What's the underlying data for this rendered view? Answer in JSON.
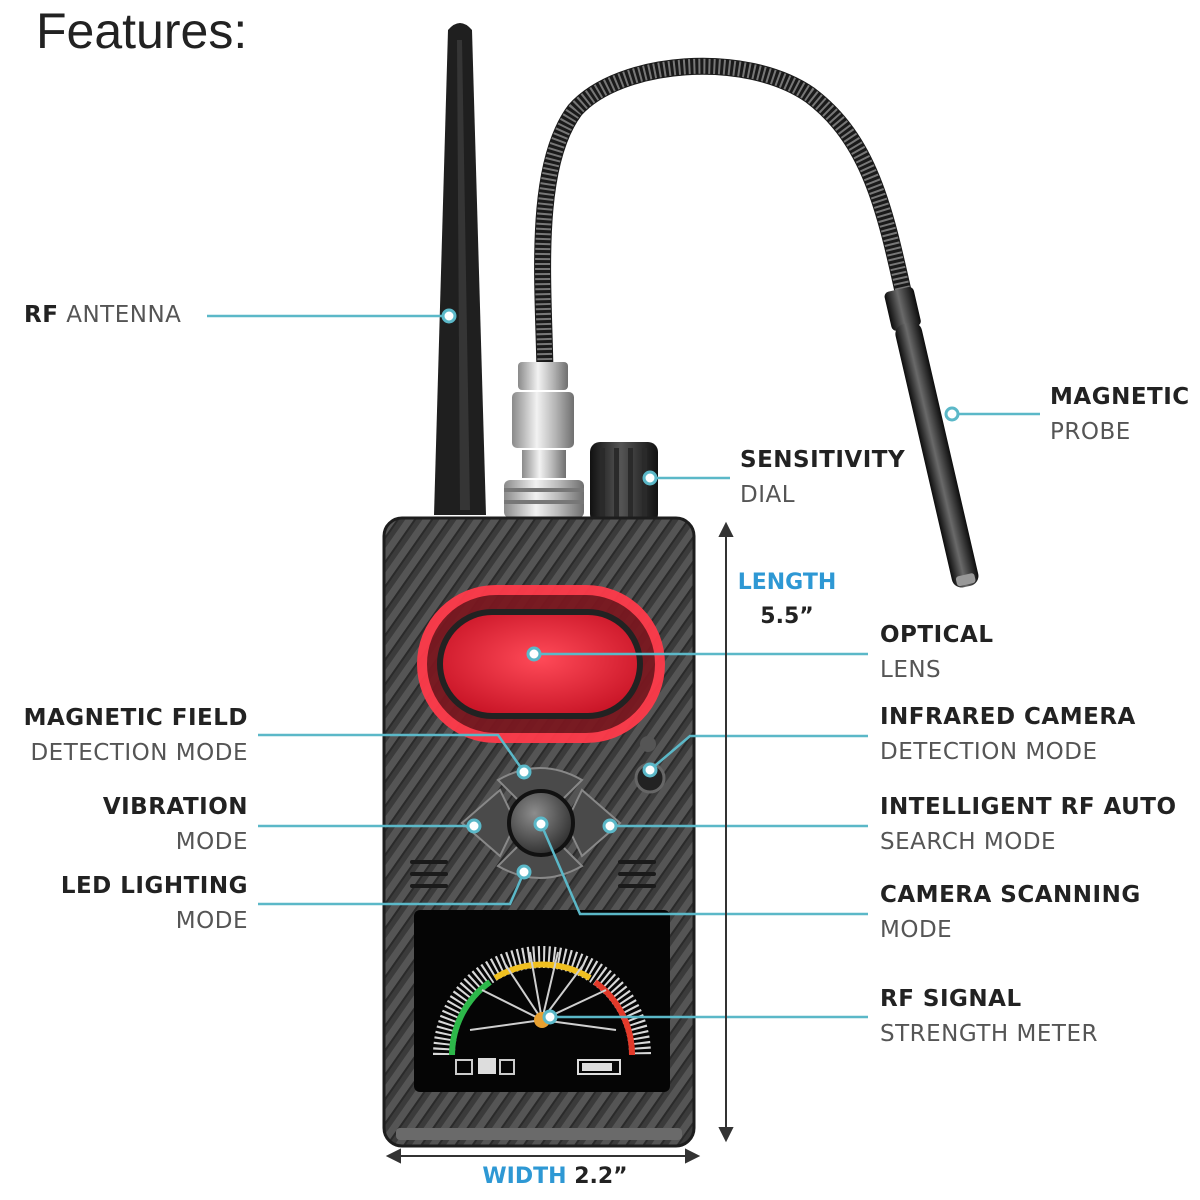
{
  "heading": "Features:",
  "labels": {
    "rf_antenna": {
      "bold": "RF",
      "regular": "ANTENNA"
    },
    "magnetic_probe": {
      "bold": "MAGNETIC",
      "regular": "PROBE"
    },
    "sensitivity_dial": {
      "bold": "SENSITIVITY",
      "regular": "DIAL"
    },
    "optical_lens": {
      "bold": "OPTICAL",
      "regular": "LENS"
    },
    "magnetic_field": {
      "bold": "MAGNETIC FIELD",
      "regular": "DETECTION MODE"
    },
    "infrared_camera": {
      "bold": "INFRARED CAMERA",
      "regular": "DETECTION MODE"
    },
    "vibration": {
      "bold": "VIBRATION",
      "regular": "MODE"
    },
    "intelligent_rf": {
      "bold": "INTELLIGENT RF AUTO",
      "regular": "SEARCH MODE"
    },
    "led_lighting": {
      "bold": "LED LIGHTING",
      "regular": "MODE"
    },
    "camera_scanning": {
      "bold": "CAMERA SCANNING",
      "regular": "MODE"
    },
    "rf_signal": {
      "bold": "RF SIGNAL",
      "regular": "STRENGTH METER"
    }
  },
  "dimensions": {
    "length_label": "LENGTH",
    "length_value": "5.5”",
    "width_label": "WIDTH",
    "width_value": "2.2”"
  },
  "colors": {
    "callout_line": "#5bb8c8",
    "accent_blue": "#2e98d4",
    "device_body": "#3a3a3a",
    "lens_red": "#e0283a"
  }
}
